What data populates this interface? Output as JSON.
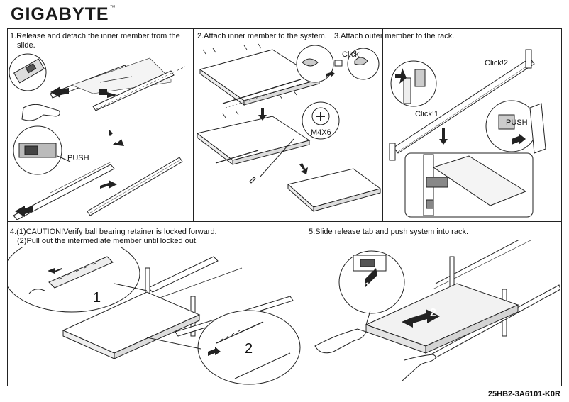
{
  "brand": "GIGABYTE",
  "brand_mark": "™",
  "steps": {
    "s1": {
      "line1": "1.Release and detach the inner member from the",
      "line2": "slide."
    },
    "s2": "2.Attach inner member to the system.",
    "s3": "3.Attach outer member to the rack.",
    "s4": {
      "line1": "4.(1)CAUTION!Verify ball bearing retainer is locked forward.",
      "line2": "(2)Pull out the intermediate member until locked out."
    },
    "s5": "5.Slide release tab and push system into rack."
  },
  "labels": {
    "push": "PUSH",
    "click": "Click!",
    "click1": "Click!1",
    "click2": "Click!2",
    "screw": "M4X6",
    "one": "1",
    "two": "2"
  },
  "part_number": "25HB2-3A6101-K0R"
}
